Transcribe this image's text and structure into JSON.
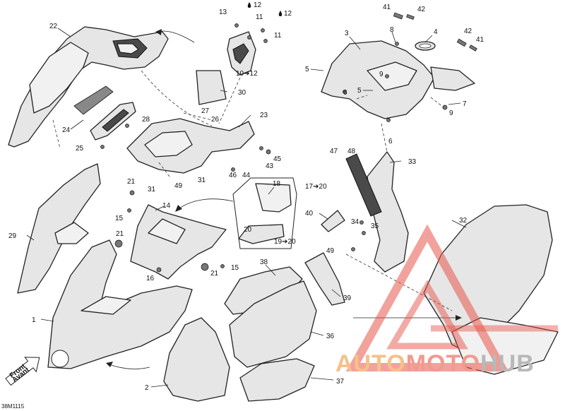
{
  "diagram": {
    "reference_code": "38M1115",
    "front_label_line1": "Front",
    "front_label_line2": "Avant",
    "callouts": [
      {
        "id": "c1",
        "text": "1"
      },
      {
        "id": "c2",
        "text": "2"
      },
      {
        "id": "c3",
        "text": "3"
      },
      {
        "id": "c4",
        "text": "4"
      },
      {
        "id": "c5a",
        "text": "5"
      },
      {
        "id": "c5b",
        "text": "5"
      },
      {
        "id": "c6a",
        "text": "6"
      },
      {
        "id": "c6b",
        "text": "6"
      },
      {
        "id": "c7",
        "text": "7"
      },
      {
        "id": "c8",
        "text": "8"
      },
      {
        "id": "c9a",
        "text": "9"
      },
      {
        "id": "c9b",
        "text": "9"
      },
      {
        "id": "c10",
        "text": "10➔12"
      },
      {
        "id": "c11a",
        "text": "11"
      },
      {
        "id": "c11b",
        "text": "11"
      },
      {
        "id": "c12a",
        "text": "12"
      },
      {
        "id": "c12b",
        "text": "12"
      },
      {
        "id": "c13",
        "text": "13"
      },
      {
        "id": "c14",
        "text": "14"
      },
      {
        "id": "c15a",
        "text": "15"
      },
      {
        "id": "c15b",
        "text": "15"
      },
      {
        "id": "c16",
        "text": "16"
      },
      {
        "id": "c17",
        "text": "17➔20"
      },
      {
        "id": "c18",
        "text": "18"
      },
      {
        "id": "c19",
        "text": "19➔20"
      },
      {
        "id": "c20",
        "text": "20"
      },
      {
        "id": "c21a",
        "text": "21"
      },
      {
        "id": "c21b",
        "text": "21"
      },
      {
        "id": "c21c",
        "text": "21"
      },
      {
        "id": "c22",
        "text": "22"
      },
      {
        "id": "c23",
        "text": "23"
      },
      {
        "id": "c24",
        "text": "24"
      },
      {
        "id": "c25",
        "text": "25"
      },
      {
        "id": "c26",
        "text": "26"
      },
      {
        "id": "c27",
        "text": "27"
      },
      {
        "id": "c28",
        "text": "28"
      },
      {
        "id": "c29",
        "text": "29"
      },
      {
        "id": "c30",
        "text": "30"
      },
      {
        "id": "c31a",
        "text": "31"
      },
      {
        "id": "c31b",
        "text": "31"
      },
      {
        "id": "c32",
        "text": "32"
      },
      {
        "id": "c33",
        "text": "33"
      },
      {
        "id": "c34",
        "text": "34"
      },
      {
        "id": "c35",
        "text": "35"
      },
      {
        "id": "c36",
        "text": "36"
      },
      {
        "id": "c37",
        "text": "37"
      },
      {
        "id": "c38",
        "text": "38"
      },
      {
        "id": "c39",
        "text": "39"
      },
      {
        "id": "c40",
        "text": "40"
      },
      {
        "id": "c41a",
        "text": "41"
      },
      {
        "id": "c41b",
        "text": "41"
      },
      {
        "id": "c42a",
        "text": "42"
      },
      {
        "id": "c42b",
        "text": "42"
      },
      {
        "id": "c43",
        "text": "43"
      },
      {
        "id": "c44",
        "text": "44"
      },
      {
        "id": "c45",
        "text": "45"
      },
      {
        "id": "c46",
        "text": "46"
      },
      {
        "id": "c47",
        "text": "47"
      },
      {
        "id": "c48",
        "text": "48"
      },
      {
        "id": "c49a",
        "text": "49"
      },
      {
        "id": "c49b",
        "text": "49"
      }
    ]
  },
  "watermark": {
    "part1": "AUTO",
    "part2": "MOTO",
    "part3": "HUB",
    "colors": {
      "auto": "#f4c18a",
      "moto": "#f29a8e",
      "hub": "#b8b8b8",
      "triangle": "#e8554a"
    }
  }
}
